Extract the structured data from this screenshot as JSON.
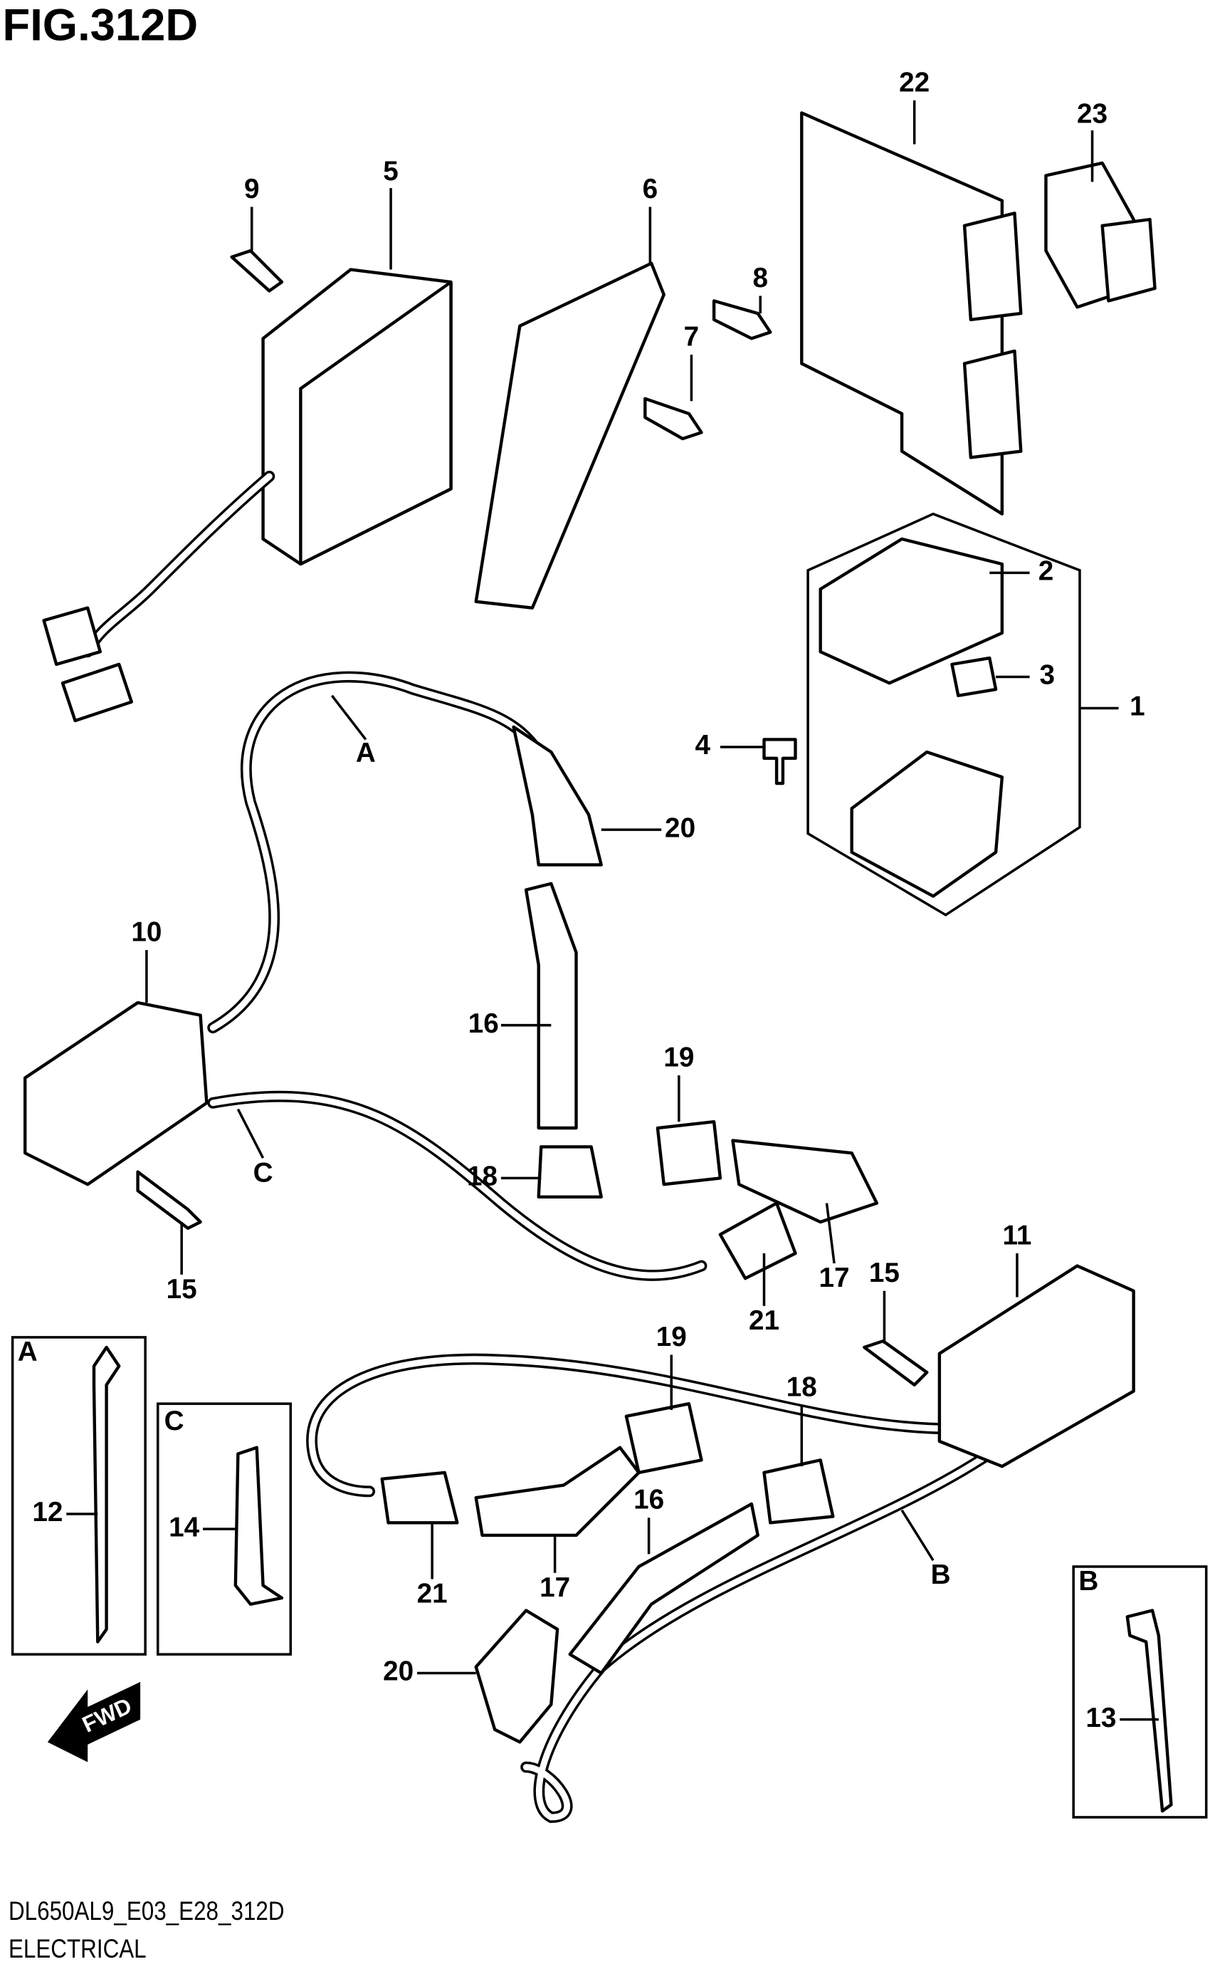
{
  "figure_title": "FIG.312D",
  "footer": {
    "code": "DL650AL9_E03_E28_312D",
    "section": "ELECTRICAL"
  },
  "direction_marker": "FWD",
  "callouts": [
    "22",
    "23",
    "9",
    "5",
    "6",
    "8",
    "7",
    "2",
    "3",
    "1",
    "4",
    "A",
    "20",
    "10",
    "16",
    "19",
    "C",
    "18",
    "17",
    "15",
    "21",
    "11",
    "15",
    "19",
    "18",
    "12",
    "14",
    "16",
    "B",
    "21",
    "17",
    "20",
    "13"
  ],
  "inset_boxes": {
    "a": "A",
    "c": "C",
    "b": "B"
  }
}
